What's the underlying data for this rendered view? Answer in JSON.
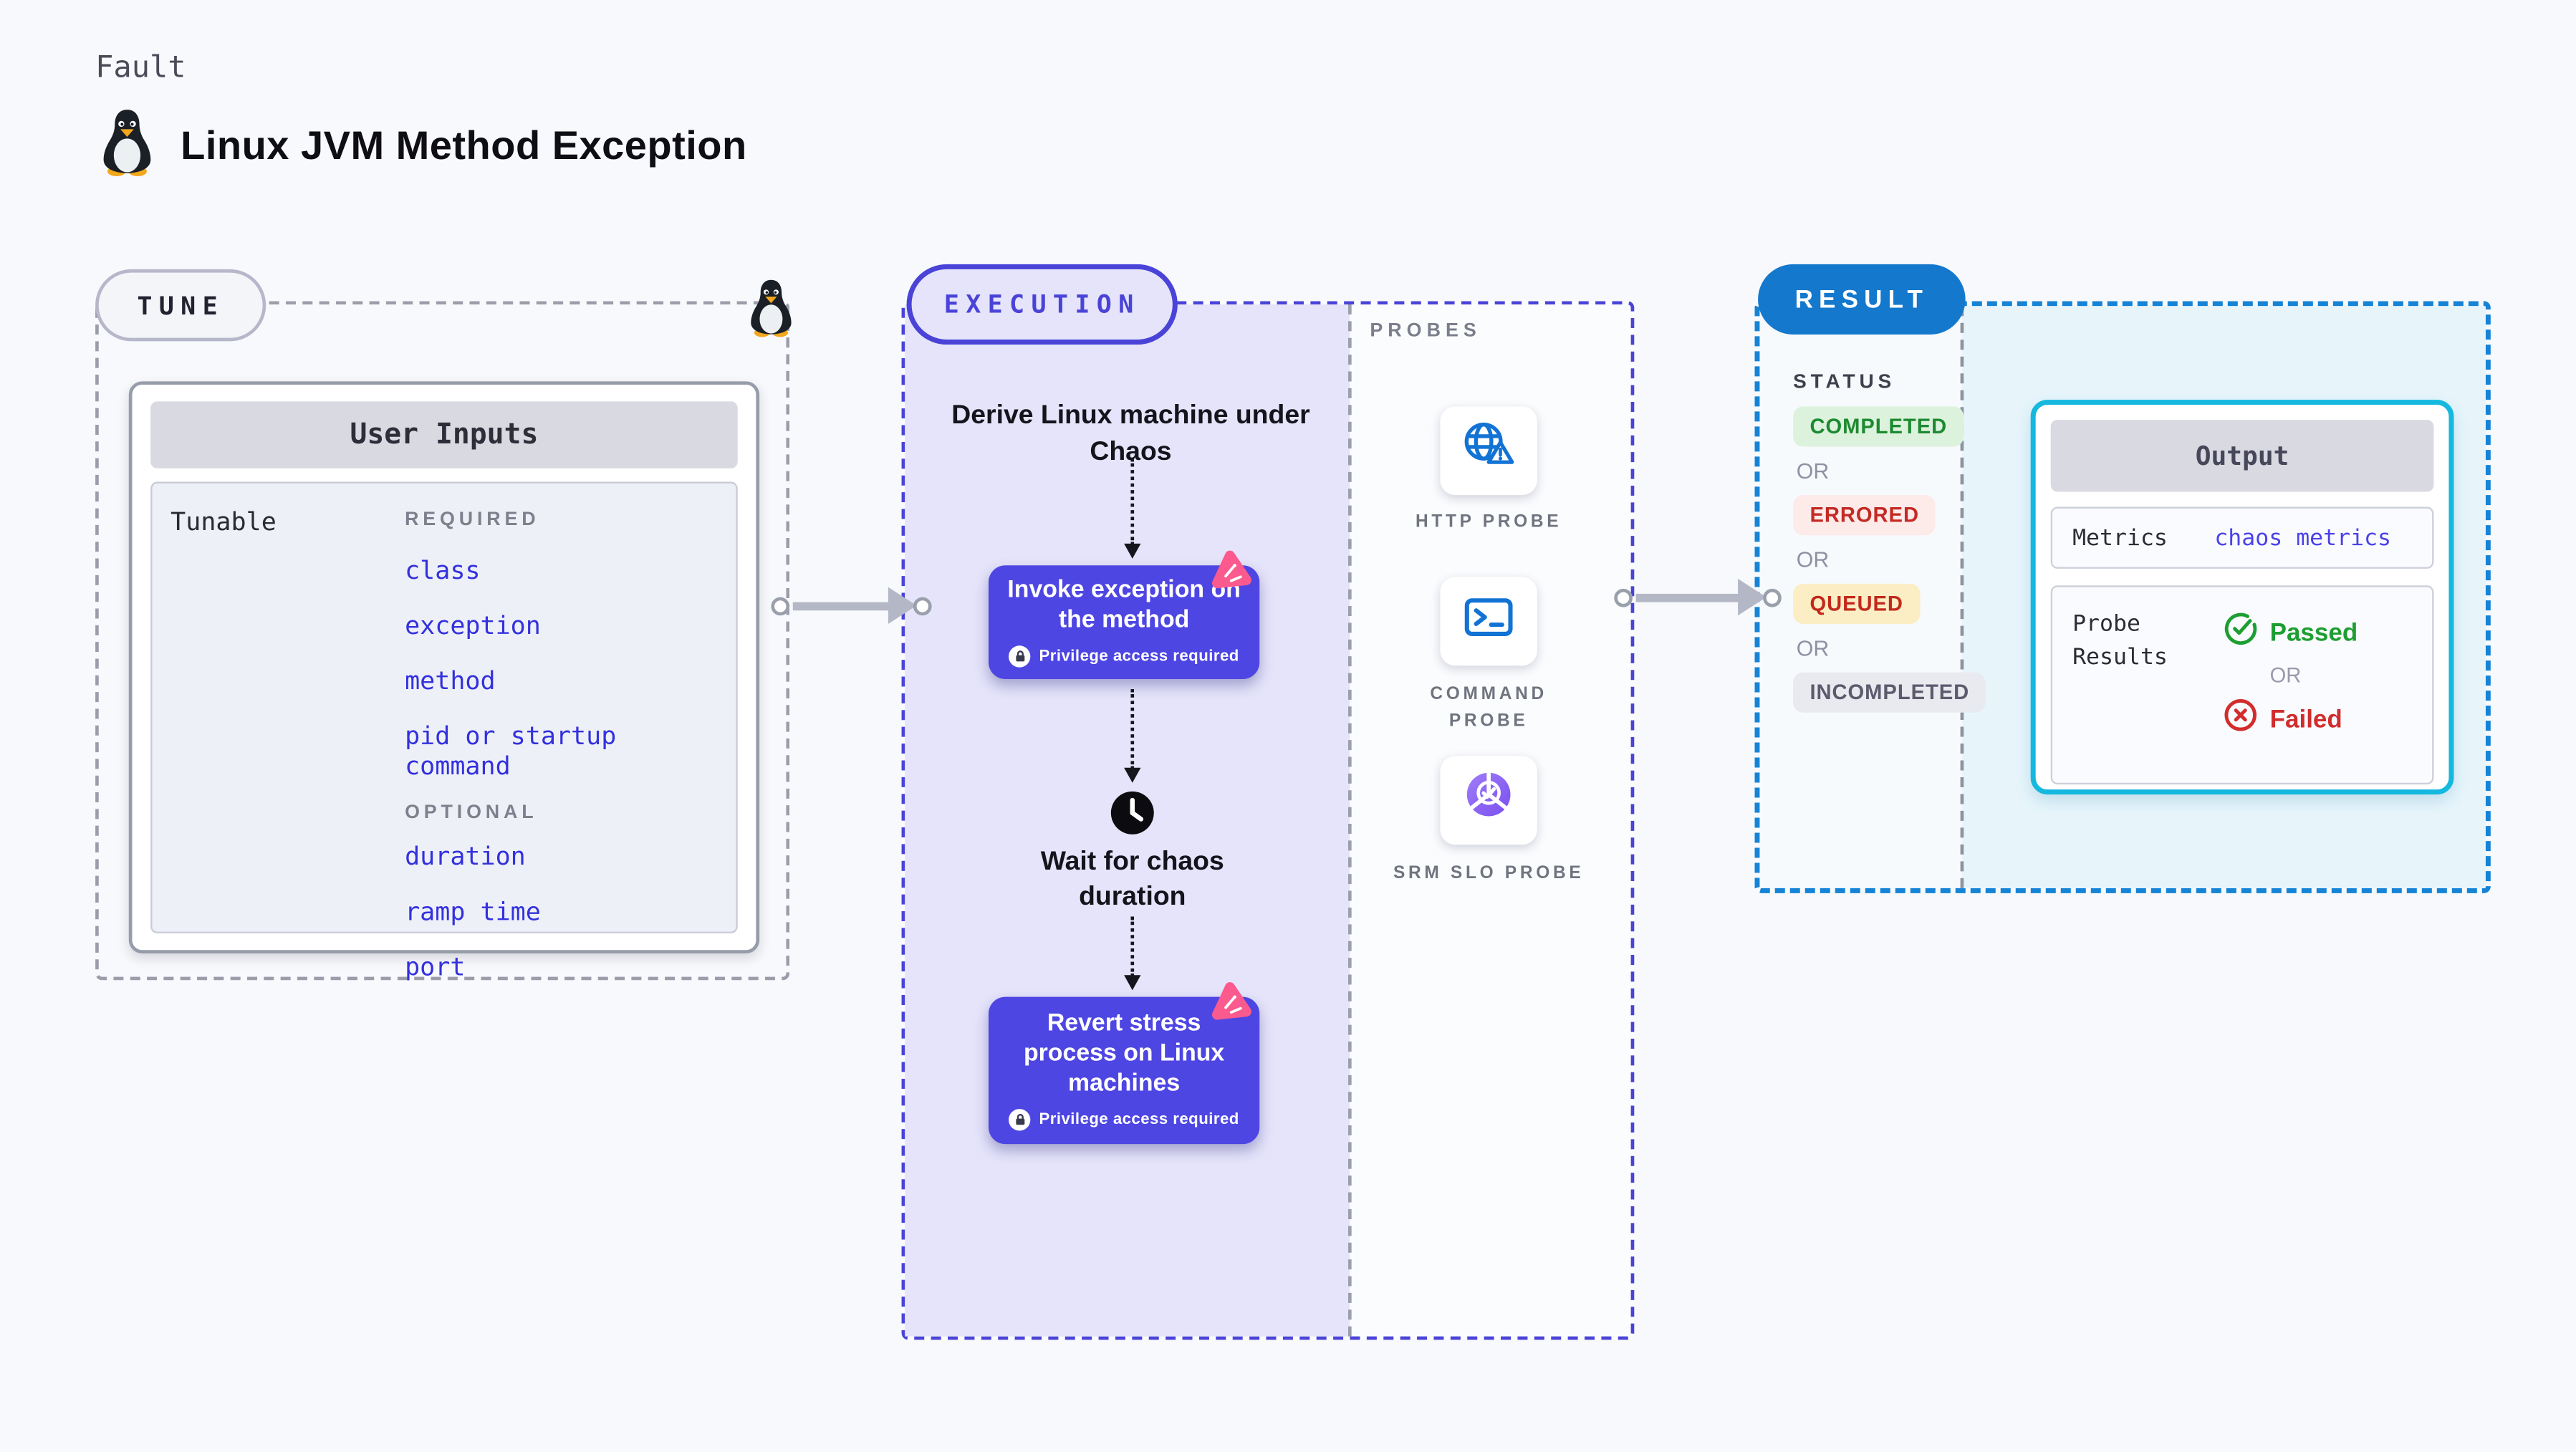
{
  "header": {
    "kicker": "Fault",
    "title": "Linux JVM Method Exception",
    "icon": "tux-penguin-icon"
  },
  "tune": {
    "pill": "TUNE",
    "corner_icon": "tux-penguin-icon",
    "card_title": "User Inputs",
    "row_label": "Tunable",
    "required_label": "REQUIRED",
    "optional_label": "OPTIONAL",
    "required": [
      "class",
      "exception",
      "method",
      "pid or startup command"
    ],
    "optional": [
      "duration",
      "ramp time",
      "port"
    ]
  },
  "execution": {
    "pill": "EXECUTION",
    "step1": "Derive Linux machine under Chaos",
    "action1": "Invoke exception on the method",
    "wait_step": "Wait for chaos duration",
    "action2": "Revert stress process on Linux machines",
    "privilege_label": "Privilege access required",
    "icons": [
      "chaos-icon",
      "lock-icon",
      "clock-icon"
    ]
  },
  "probes": {
    "label": "PROBES",
    "items": [
      {
        "name": "HTTP PROBE",
        "icon": "globe-alert-icon"
      },
      {
        "name": "COMMAND PROBE",
        "icon": "terminal-icon"
      },
      {
        "name": "SRM SLO PROBE",
        "icon": "pie-check-icon"
      }
    ]
  },
  "result": {
    "pill": "RESULT",
    "status_label": "STATUS",
    "or_label": "OR",
    "statuses": [
      {
        "label": "COMPLETED",
        "bg": "#ddf2dd",
        "fg": "#1d8a31"
      },
      {
        "label": "ERRORED",
        "bg": "#fcebe9",
        "fg": "#c42a24"
      },
      {
        "label": "QUEUED",
        "bg": "#fbeec4",
        "fg": "#c2291b"
      },
      {
        "label": "INCOMPLETED",
        "bg": "#e9e9f0",
        "fg": "#5b5b6e"
      }
    ]
  },
  "output": {
    "title": "Output",
    "metrics_label": "Metrics",
    "metrics_value": "chaos metrics",
    "probe_results_label": "Probe Results",
    "passed": "Passed",
    "or_label": "OR",
    "failed": "Failed",
    "passed_icon": "check-circle-icon",
    "failed_icon": "x-circle-icon"
  },
  "colors": {
    "background": "#f8f9fc",
    "tune_dash": "#9b9daa",
    "execution_accent": "#4a43d8",
    "execution_fill": "#e5e4fa",
    "action_button": "#4e46e2",
    "chaos_pink": "#fa5a8e",
    "result_accent": "#1583d6",
    "result_pill": "#1478cd",
    "result_fill": "#e7f5fb",
    "output_border": "#15b8de",
    "tunable_blue": "#3331dd",
    "metrics_link_blue": "#4a42e8",
    "passed_green": "#1d9e32",
    "failed_red": "#d22c2c",
    "probe_icon_blue": "#1273d4",
    "slo_purple": "#7a4ff0"
  }
}
